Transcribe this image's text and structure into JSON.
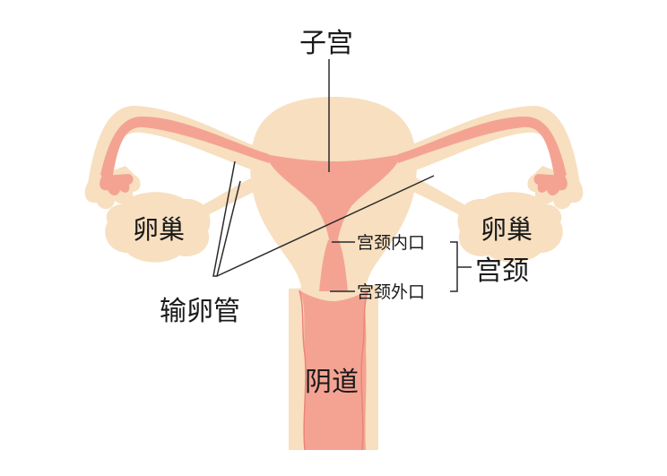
{
  "labels": {
    "uterus": "子宫",
    "ovary_left": "卵巢",
    "ovary_right": "卵巢",
    "fallopian_tube": "输卵管",
    "internal_os": "宫颈内口",
    "external_os": "宫颈外口",
    "cervix": "宫颈",
    "vagina": "阴道"
  },
  "colors": {
    "tissue": "#f7dfc0",
    "mucosa": "#f4a393",
    "mucosa_edge": "#ec8478",
    "line": "#2a2a2a",
    "text": "#1a1a1a",
    "background": "#ffffff"
  }
}
